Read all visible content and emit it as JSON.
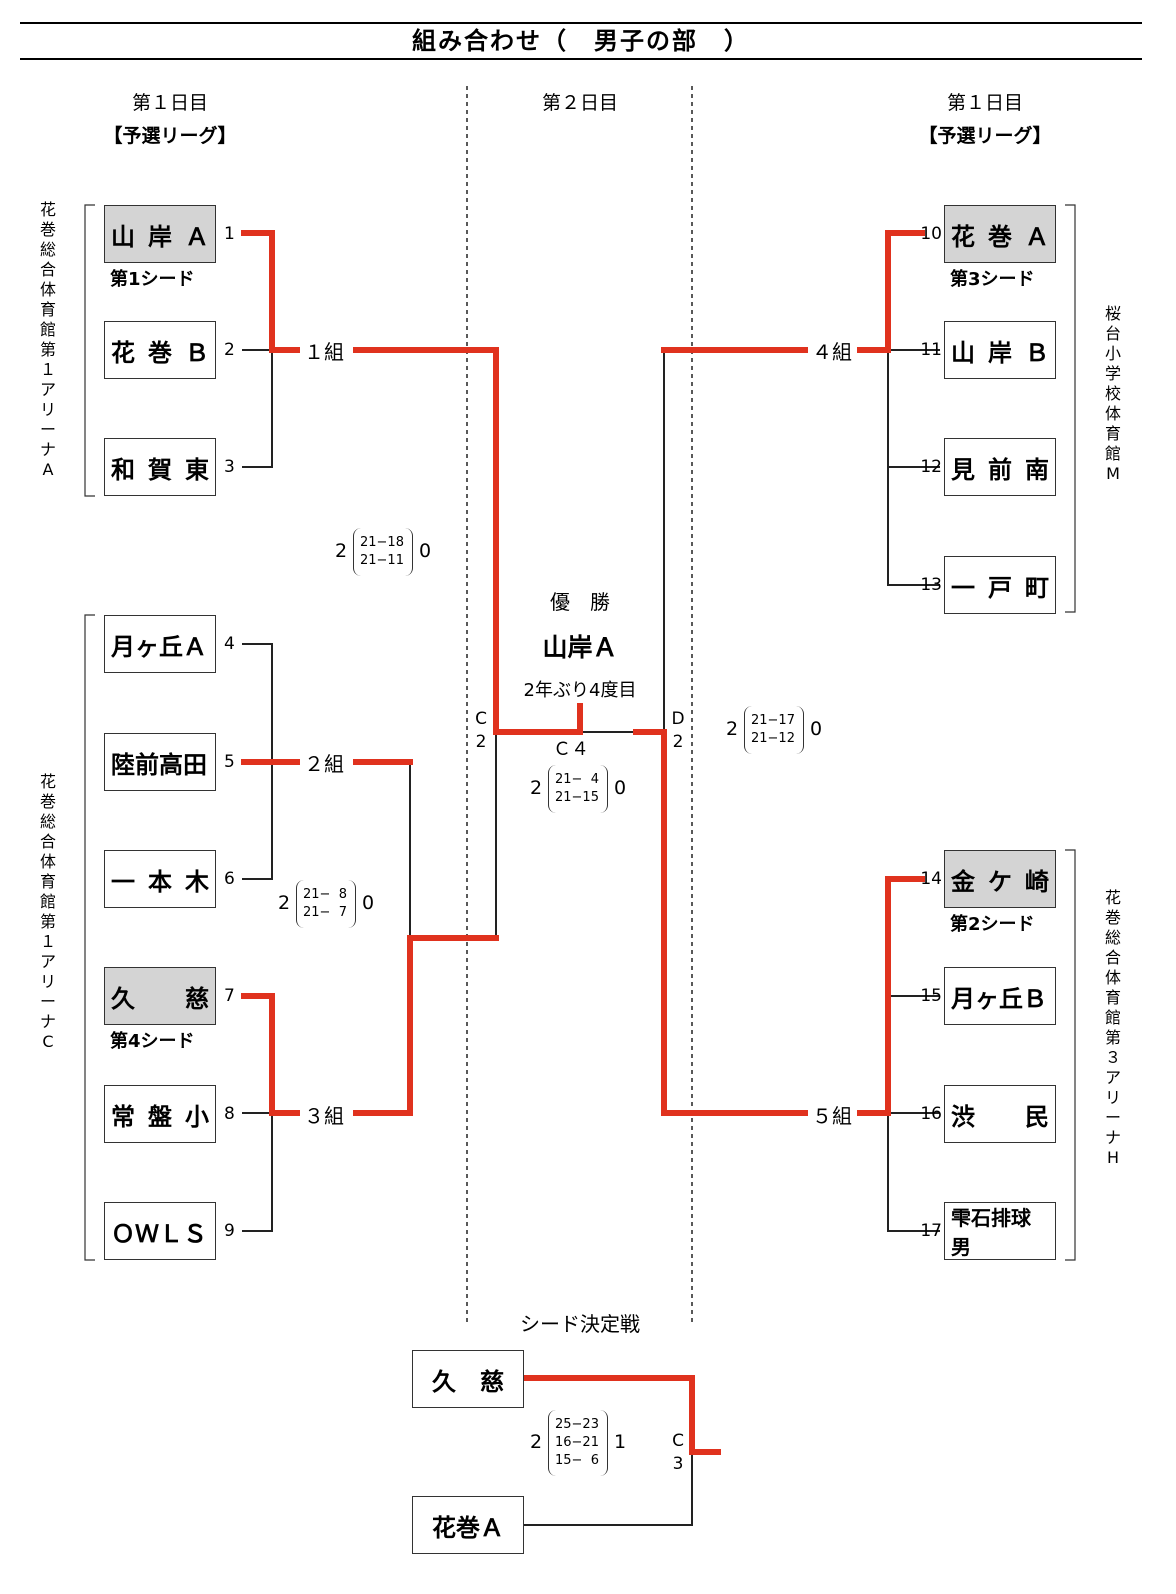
{
  "title": "組み合わせ（　男子の部　）",
  "headers": {
    "left_day": "第１日目",
    "left_sub": "【予選リーグ】",
    "center_day": "第２日目",
    "right_day": "第１日目",
    "right_sub": "【予選リーグ】"
  },
  "venues": {
    "left_top": "花巻総合体育館第１アリーナA",
    "left_bottom": "花巻総合体育館第１アリーナC",
    "right_top": "桜台小学校体育館M",
    "right_bottom": "花巻総合体育館第３アリーナH"
  },
  "teams": [
    {
      "no": "1",
      "name": "山岸Ａ",
      "seed": "第1シード"
    },
    {
      "no": "2",
      "name": "花巻Ｂ"
    },
    {
      "no": "3",
      "name": "和賀東"
    },
    {
      "no": "4",
      "name": "月ヶ丘Ａ"
    },
    {
      "no": "5",
      "name": "陸前高田"
    },
    {
      "no": "6",
      "name": "一本木"
    },
    {
      "no": "7",
      "name": "久慈",
      "seed": "第4シード"
    },
    {
      "no": "8",
      "name": "常盤小"
    },
    {
      "no": "9",
      "name": "ＯＷＬＳ"
    },
    {
      "no": "10",
      "name": "花巻Ａ",
      "seed": "第3シード"
    },
    {
      "no": "11",
      "name": "山岸Ｂ"
    },
    {
      "no": "12",
      "name": "見前南"
    },
    {
      "no": "13",
      "name": "一戸町"
    },
    {
      "no": "14",
      "name": "金ケ崎",
      "seed": "第2シード"
    },
    {
      "no": "15",
      "name": "月ヶ丘Ｂ"
    },
    {
      "no": "16",
      "name": "渋民"
    },
    {
      "no": "17",
      "name": "雫石排球男"
    }
  ],
  "groups": [
    "１組",
    "２組",
    "３組",
    "４組",
    "５組"
  ],
  "scores": {
    "a": {
      "left": "2",
      "sets": [
        "21−18",
        "21−11"
      ],
      "right": "0"
    },
    "b": {
      "left": "2",
      "sets": [
        "21−  8",
        "21−  7"
      ],
      "right": "0"
    },
    "c": {
      "left": "2",
      "sets": [
        "21−17",
        "21−12"
      ],
      "right": "0"
    },
    "final": {
      "left": "2",
      "sets": [
        "21−  4",
        "21−15"
      ],
      "right": "0"
    },
    "seed": {
      "left": "2",
      "sets": [
        "25−23",
        "16−21",
        "15−  6"
      ],
      "right": "1"
    }
  },
  "courts": {
    "c2": [
      "C",
      "2"
    ],
    "d2": [
      "D",
      "2"
    ],
    "c4": "Ｃ４",
    "c3": [
      "C",
      "3"
    ]
  },
  "champion": {
    "label": "優　勝",
    "name": "山岸Ａ",
    "note": "2年ぶり4度目"
  },
  "seed_match": {
    "title": "シード決定戦",
    "team1": "久　慈",
    "team2": "花巻Ａ"
  },
  "colors": {
    "win_line": "#e0321e",
    "line": "#222222",
    "seed_bg": "#d4d4d4"
  }
}
